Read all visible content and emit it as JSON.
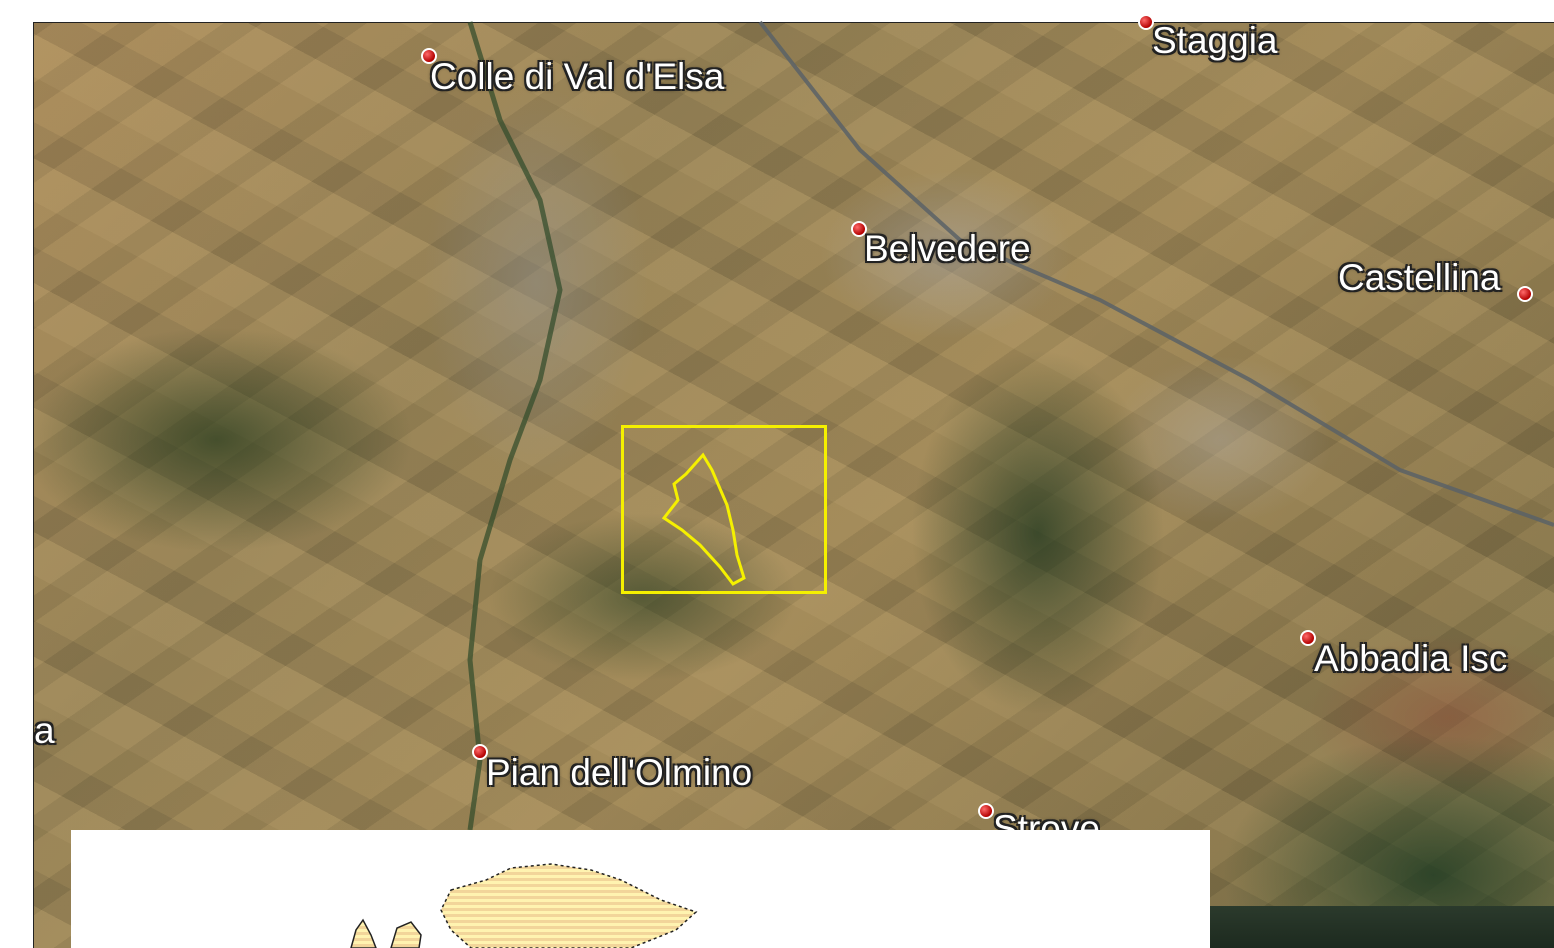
{
  "map": {
    "labels": {
      "colle": "Colle di Val d'Elsa",
      "staggia": "Staggia",
      "belvedere": "Belvedere",
      "castellina": "Castellina",
      "abbadia": "Abbadia Isc",
      "pian": "Pian dell'Olmino",
      "strove": "Strove",
      "edge_left": "a"
    },
    "colors": {
      "study_area": "#f5f000",
      "pin": "#b30000",
      "label_text": "#ffffff"
    },
    "icons": {
      "place_marker": "red-pin-icon"
    }
  }
}
